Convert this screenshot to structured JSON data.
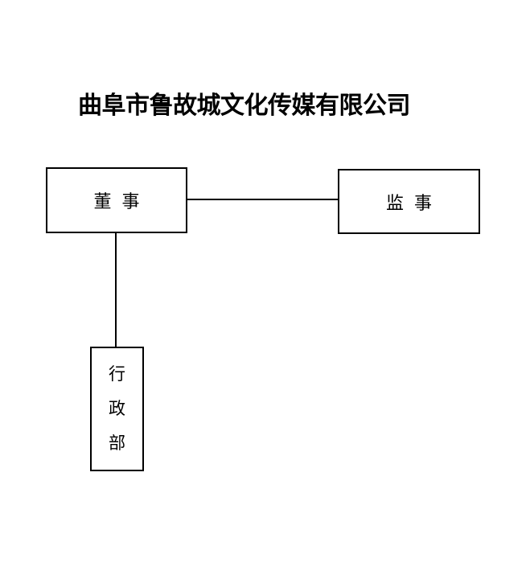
{
  "page": {
    "title": "曲阜市鲁故城文化传媒有限公司",
    "background_color": "#ffffff",
    "text_color": "#000000"
  },
  "diagram": {
    "type": "org-chart",
    "line_color": "#000000",
    "box_border_color": "#000000",
    "box_fill_color": "#ffffff",
    "nodes": [
      {
        "id": "director",
        "label": "董事",
        "text_orientation": "horizontal"
      },
      {
        "id": "supervisor",
        "label": "监事",
        "text_orientation": "horizontal"
      },
      {
        "id": "admin-dept",
        "label": "行政部",
        "chars": [
          "行",
          "政",
          "部"
        ],
        "text_orientation": "vertical"
      }
    ],
    "edges": [
      {
        "from": "director",
        "to": "supervisor",
        "style": "horizontal-line"
      },
      {
        "from": "director",
        "to": "admin-dept",
        "style": "vertical-line"
      }
    ]
  }
}
